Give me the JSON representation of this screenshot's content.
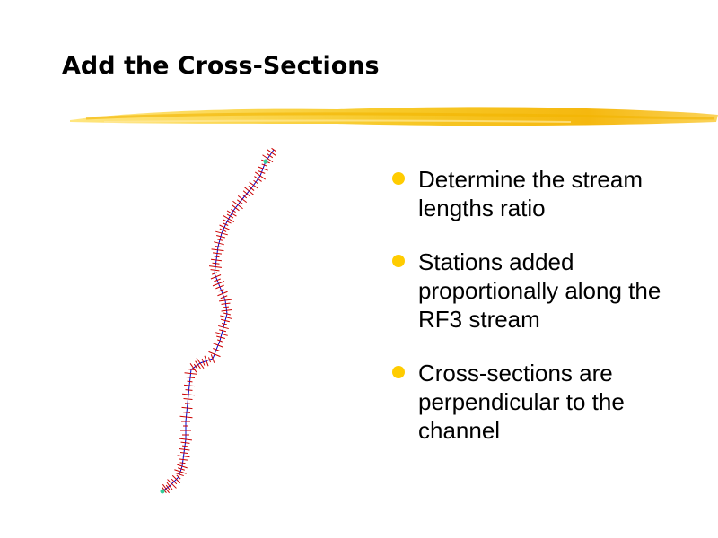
{
  "slide": {
    "title": "Add the Cross-Sections",
    "accent_color": "#f5c518",
    "bullet_color": "#ffcc00",
    "bullets": [
      {
        "text": "Determine the stream lengths ratio"
      },
      {
        "text": "Stations added proportionally along the RF3 stream"
      },
      {
        "text": "Cross-sections are perpendicular to the channel"
      }
    ],
    "figure": {
      "description": "Stream centerline with cross-sections",
      "stream_color": "#0000cc",
      "cross_section_color": "#cc0000",
      "endpoint_color": "#33cc99"
    }
  }
}
